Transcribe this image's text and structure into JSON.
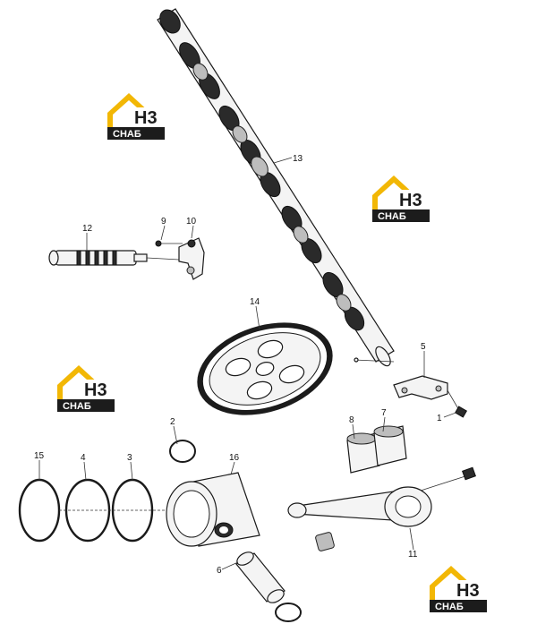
{
  "diagram": {
    "callouts": [
      {
        "id": "1",
        "text": "1"
      },
      {
        "id": "2",
        "text": "2"
      },
      {
        "id": "3",
        "text": "3"
      },
      {
        "id": "4",
        "text": "4"
      },
      {
        "id": "5",
        "text": "5"
      },
      {
        "id": "6",
        "text": "6"
      },
      {
        "id": "7",
        "text": "7"
      },
      {
        "id": "8",
        "text": "8"
      },
      {
        "id": "9",
        "text": "9"
      },
      {
        "id": "10",
        "text": "10"
      },
      {
        "id": "11",
        "text": "11"
      },
      {
        "id": "12",
        "text": "12"
      },
      {
        "id": "13",
        "text": "13"
      },
      {
        "id": "14",
        "text": "14"
      },
      {
        "id": "15",
        "text": "15"
      },
      {
        "id": "16",
        "text": "16"
      }
    ],
    "watermark": {
      "top": "H3",
      "bottom": "СНАБ",
      "colors": {
        "accent": "#f2b705",
        "dark": "#1c1c1c",
        "text": "#ffffff"
      }
    }
  }
}
